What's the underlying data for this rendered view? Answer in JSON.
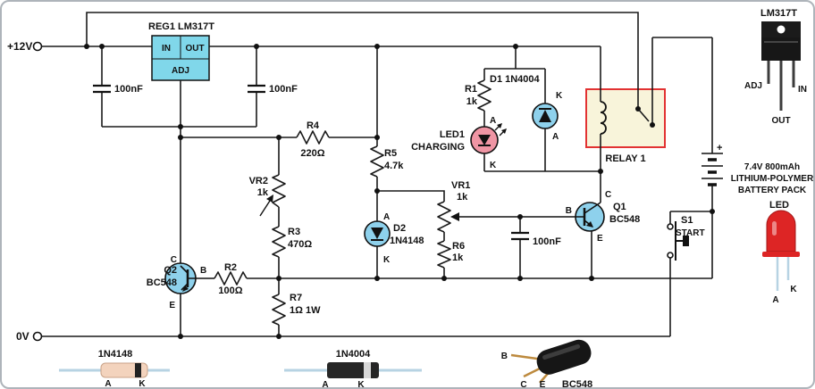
{
  "schematic": {
    "plus12": "+12V",
    "zero": "0V",
    "reg": {
      "label": "REG1 LM317T",
      "in": "IN",
      "out": "OUT",
      "adj": "ADJ"
    },
    "c1": "100nF",
    "c2": "100nF",
    "c3": "100nF",
    "r1": {
      "ref": "R1",
      "val": "1k"
    },
    "r2": {
      "ref": "R2",
      "val": "100Ω"
    },
    "r3": {
      "ref": "R3",
      "val": "470Ω"
    },
    "r4": {
      "ref": "R4",
      "val": "220Ω"
    },
    "r5": {
      "ref": "R5",
      "val": "4.7k"
    },
    "r6": {
      "ref": "R6",
      "val": "1k"
    },
    "r7": {
      "ref": "R7",
      "val": "1Ω 1W"
    },
    "vr1": {
      "ref": "VR1",
      "val": "1k"
    },
    "vr2": {
      "ref": "VR2",
      "val": "1k"
    },
    "d1": {
      "label": "D1 1N4004",
      "a": "A",
      "k": "K"
    },
    "d2": {
      "ref": "D2",
      "part": "1N4148",
      "a": "A",
      "k": "K"
    },
    "led1": {
      "ref": "LED1",
      "caption": "CHARGING",
      "a": "A",
      "k": "K"
    },
    "q1": {
      "ref": "Q1",
      "part": "BC548",
      "b": "B",
      "c": "C",
      "e": "E"
    },
    "q2": {
      "ref": "Q2",
      "part": "BC548",
      "b": "B",
      "c": "C",
      "e": "E"
    },
    "relay": "RELAY 1",
    "s1": {
      "ref": "S1",
      "caption": "START"
    },
    "battery": {
      "plus": "+",
      "line1": "7.4V 800mAh",
      "line2": "LITHIUM-POLYMER",
      "line3": "BATTERY PACK"
    }
  },
  "legend": {
    "lm317": {
      "title": "LM317T",
      "adj": "ADJ",
      "in": "IN",
      "out": "OUT"
    },
    "led": {
      "title": "LED",
      "a": "A",
      "k": "K"
    },
    "d4148": {
      "title": "1N4148",
      "a": "A",
      "k": "K"
    },
    "d4004": {
      "title": "1N4004",
      "a": "A",
      "k": "K"
    },
    "bc548": {
      "title": "BC548",
      "b": "B",
      "c": "C",
      "e": "E"
    }
  },
  "colors": {
    "wire": "#1a1a1a",
    "magenta": "#bf10bf",
    "pink": "#f22e86",
    "regulator_fill": "#80d7ea",
    "semiconductor_fill": "#8ed1ec",
    "led_fill": "#ef95a4",
    "relay_fill": "#f8f4da",
    "relay_border": "#e23232",
    "lead_blue": "#b7d3e3",
    "lead_gold": "#bd8a3e",
    "led_red": "#dd2525"
  }
}
